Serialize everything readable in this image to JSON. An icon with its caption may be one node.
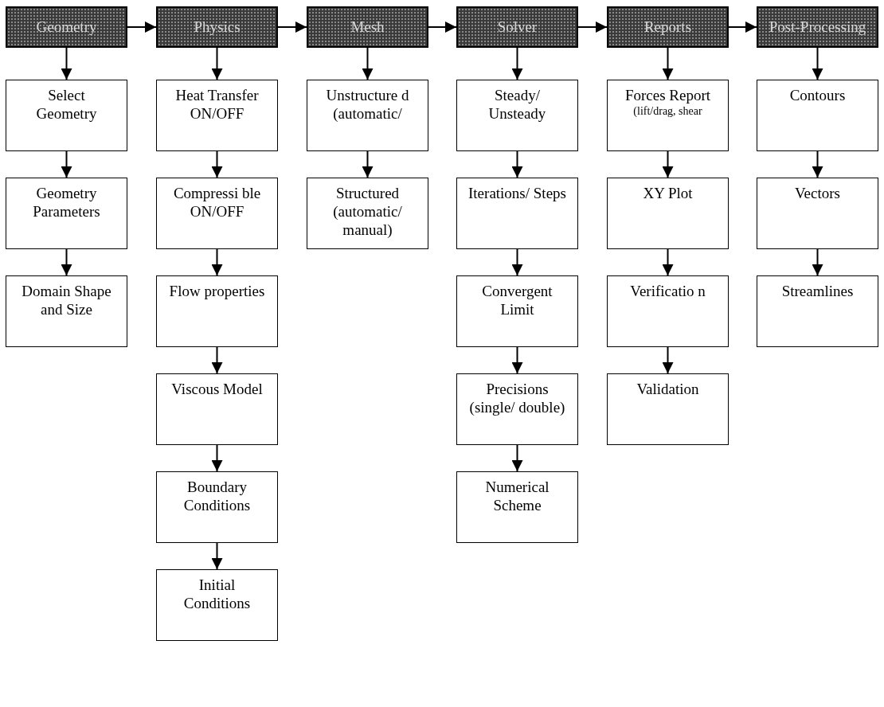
{
  "diagram": {
    "nodes": [
      {
        "text": [
          "Geometry"
        ]
      },
      {
        "text": [
          "Physics"
        ]
      },
      {
        "text": [
          "Mesh"
        ]
      },
      {
        "text": [
          "Solver"
        ]
      },
      {
        "text": [
          "Reports"
        ]
      },
      {
        "text": [
          "Post-Processing"
        ]
      },
      {
        "text": [
          "Select Geometry"
        ]
      },
      {
        "text": [
          "Geometry Parameters"
        ]
      },
      {
        "text": [
          "Domain Shape and Size"
        ]
      },
      {
        "text": [
          "Heat Transfer ON/OFF"
        ]
      },
      {
        "text": [
          "Compressi ble ON/OFF"
        ]
      },
      {
        "text": [
          "Flow properties"
        ]
      },
      {
        "text": [
          "Viscous Model"
        ]
      },
      {
        "text": [
          "Boundary Conditions"
        ]
      },
      {
        "text": [
          "Initial Conditions"
        ]
      },
      {
        "text": [
          "Unstructure d (automatic/"
        ]
      },
      {
        "text": [
          "Structured (automatic/ manual)"
        ]
      },
      {
        "text": [
          "Steady/ Unsteady"
        ]
      },
      {
        "text": [
          "Iterations/ Steps"
        ]
      },
      {
        "text": [
          "Convergent Limit"
        ]
      },
      {
        "text": [
          "Precisions (single/ double)"
        ]
      },
      {
        "text": [
          "Numerical Scheme"
        ]
      },
      {
        "text": [
          "Forces Report",
          "(lift/drag, shear"
        ]
      },
      {
        "text": [
          "XY Plot"
        ]
      },
      {
        "text": [
          "Verificatio n"
        ]
      },
      {
        "text": [
          "Validation"
        ]
      },
      {
        "text": [
          "Contours"
        ]
      },
      {
        "text": [
          "Vectors"
        ]
      },
      {
        "text": [
          "Streamlines"
        ]
      }
    ],
    "edges": [
      {
        "from": 0,
        "to": 1,
        "arrow": "to"
      },
      {
        "from": 1,
        "to": 2,
        "arrow": "to"
      },
      {
        "from": 2,
        "to": 3,
        "arrow": "to"
      },
      {
        "from": 3,
        "to": 4,
        "arrow": "to"
      },
      {
        "from": 4,
        "to": 5,
        "arrow": "to"
      },
      {
        "from": 0,
        "to": 6,
        "arrow": "to"
      },
      {
        "from": 6,
        "to": 7,
        "arrow": "to"
      },
      {
        "from": 7,
        "to": 8,
        "arrow": "to"
      },
      {
        "from": 1,
        "to": 9,
        "arrow": "to"
      },
      {
        "from": 9,
        "to": 10,
        "arrow": "to"
      },
      {
        "from": 10,
        "to": 11,
        "arrow": "to"
      },
      {
        "from": 11,
        "to": 12,
        "arrow": "to"
      },
      {
        "from": 12,
        "to": 13,
        "arrow": "to"
      },
      {
        "from": 13,
        "to": 14,
        "arrow": "to"
      },
      {
        "from": 2,
        "to": 15,
        "arrow": "to"
      },
      {
        "from": 15,
        "to": 16,
        "arrow": "to"
      },
      {
        "from": 3,
        "to": 17,
        "arrow": "to"
      },
      {
        "from": 17,
        "to": 18,
        "arrow": "to"
      },
      {
        "from": 18,
        "to": 19,
        "arrow": "to"
      },
      {
        "from": 19,
        "to": 20,
        "arrow": "to"
      },
      {
        "from": 20,
        "to": 21,
        "arrow": "to"
      },
      {
        "from": 4,
        "to": 22,
        "arrow": "to"
      },
      {
        "from": 22,
        "to": 23,
        "arrow": "to"
      },
      {
        "from": 23,
        "to": 24,
        "arrow": "to"
      },
      {
        "from": 24,
        "to": 25,
        "arrow": "to"
      },
      {
        "from": 5,
        "to": 26,
        "arrow": "to"
      },
      {
        "from": 26,
        "to": 27,
        "arrow": "to"
      },
      {
        "from": 27,
        "to": 28,
        "arrow": "to"
      }
    ]
  }
}
